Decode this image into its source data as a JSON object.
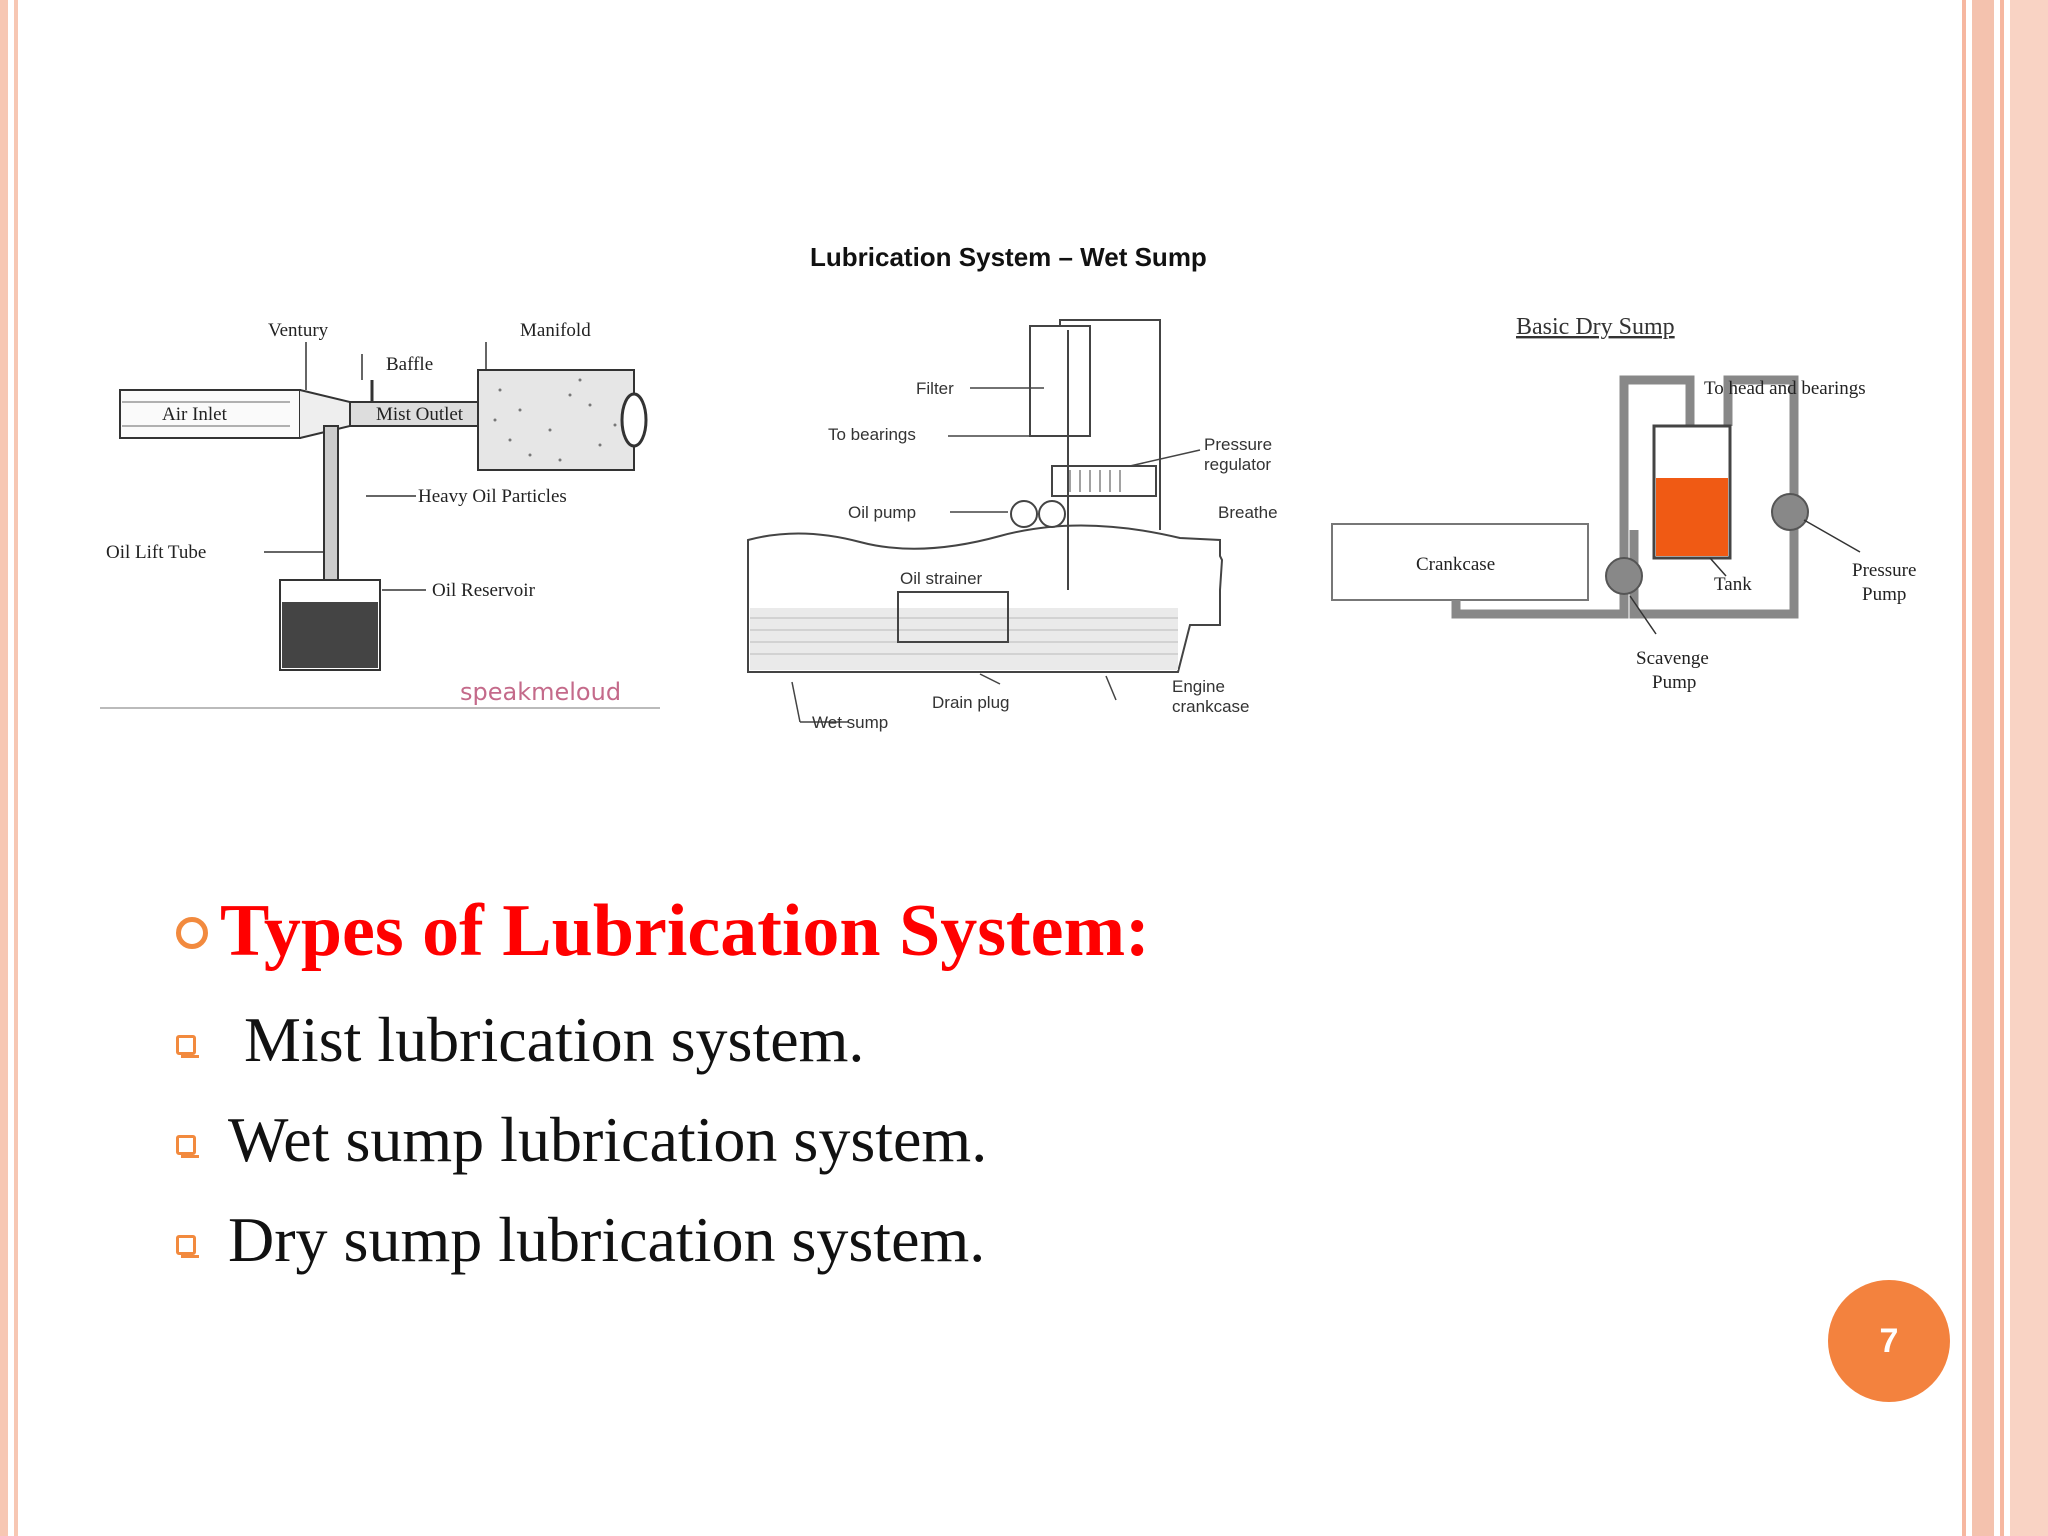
{
  "figure": {
    "center_title": "Lubrication System – Wet Sump",
    "mist": {
      "labels": {
        "venturi": "Ventury",
        "baffle": "Baffle",
        "manifold": "Manifold",
        "air_inlet": "Air Inlet",
        "mist_outlet": "Mist Outlet",
        "heavy_oil": "Heavy Oil Particles",
        "oil_lift_tube": "Oil Lift Tube",
        "oil_reservoir": "Oil Reservoir",
        "watermark": "speakmeloud"
      }
    },
    "wet_sump": {
      "labels": {
        "filter": "Filter",
        "to_bearings": "To bearings",
        "pressure_regulator_1": "Pressure",
        "pressure_regulator_2": "regulator",
        "oil_pump": "Oil pump",
        "breather": "Breathe",
        "oil_strainer": "Oil strainer",
        "engine_crankcase_1": "Engine",
        "engine_crankcase_2": "crankcase",
        "drain_plug": "Drain plug",
        "wet_sump": "Wet sump"
      }
    },
    "dry_sump": {
      "labels": {
        "title": "Basic Dry Sump",
        "to_head": "To head and bearings",
        "crankcase": "Crankcase",
        "tank": "Tank",
        "pressure_pump_1": "Pressure",
        "pressure_pump_2": "Pump",
        "scavenge_pump_1": "Scavenge",
        "scavenge_pump_2": "Pump"
      },
      "colors": {
        "oil": "#f05a14",
        "pipe": "#8a8a8a"
      }
    }
  },
  "heading": "Types of Lubrication System:",
  "items": [
    "Mist lubrication system.",
    "Wet sump lubrication system.",
    "Dry sump lubrication system."
  ],
  "page_number": "7",
  "colors": {
    "accent": "#f3823e",
    "heading": "#ff0000"
  }
}
